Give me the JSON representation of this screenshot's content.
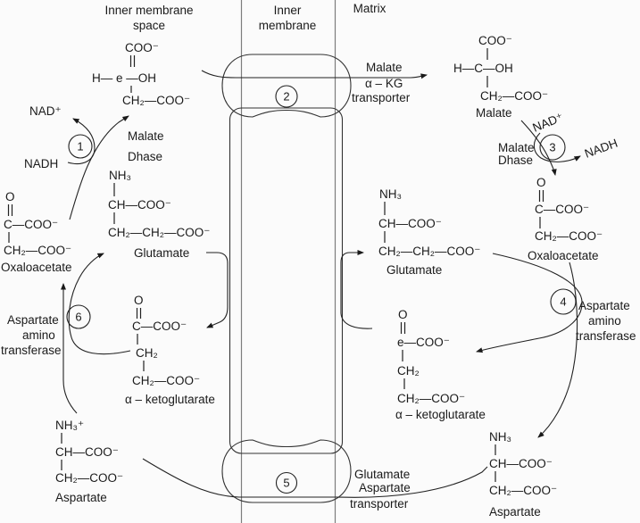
{
  "regions": {
    "ims": [
      "Inner membrane",
      "space"
    ],
    "im": [
      "Inner",
      "membrane"
    ],
    "matrix": "Matrix"
  },
  "steps": [
    "1",
    "2",
    "3",
    "4",
    "5",
    "6"
  ],
  "transporters": {
    "malate_akg": [
      "Malate",
      "α – KG",
      "transporter"
    ],
    "glu_asp": [
      "Glutamate",
      "Aspartate",
      "transporter"
    ]
  },
  "enzymes": {
    "mdh_left": [
      "Malate",
      "Dhase"
    ],
    "mdh_right": [
      "Malate",
      "Dhase"
    ],
    "aat_left": [
      "Aspartate",
      "amino",
      "transferase"
    ],
    "aat_right": [
      "Aspartate",
      "amino",
      "transferase"
    ]
  },
  "cofactors": {
    "nad_left": "NAD⁺",
    "nadh_left": "NADH",
    "nad_right": "NAD⁺",
    "nadh_right": "NADH"
  },
  "molecules": {
    "left_malate": {
      "rows": [
        "COO⁻",
        "H— e —OH",
        "CH₂—COO⁻"
      ],
      "label": ""
    },
    "right_malate": {
      "rows": [
        "COO⁻",
        "H—C—OH",
        "CH₂—COO⁻"
      ],
      "label": "Malate"
    },
    "left_glutamate": {
      "rows": [
        "NH₃",
        "CH—COO⁻",
        "CH₂—CH₂—COO⁻"
      ],
      "label": "Glutamate"
    },
    "right_glutamate": {
      "rows": [
        "NH₃",
        "CH—COO⁻",
        "CH₂—CH₂—COO⁻"
      ],
      "label": "Glutamate"
    },
    "left_oxaloacetate": {
      "rows": [
        "O",
        "C—COO⁻",
        "CH₂—COO⁻"
      ],
      "label": "Oxaloacetate"
    },
    "right_oxaloacetate": {
      "rows": [
        "O",
        "C—COO⁻",
        "CH₂—COO⁻"
      ],
      "label": "Oxaloacetate"
    },
    "left_ketoglutarate": {
      "rows": [
        "O",
        "C—COO⁻",
        "CH₂",
        "CH₂—COO⁻"
      ],
      "label": "α – ketoglutarate"
    },
    "right_ketoglutarate": {
      "rows": [
        "O",
        "e—COO⁻",
        "CH₂",
        "CH₂—COO⁻"
      ],
      "label": "α – ketoglutarate"
    },
    "left_aspartate": {
      "rows": [
        "NH₃⁺",
        "CH—COO⁻",
        "CH₂—COO⁻"
      ],
      "label": "Aspartate"
    },
    "right_aspartate": {
      "rows": [
        "NH₃",
        "CH—COO⁻",
        "CH₂—COO⁻"
      ],
      "label": "Aspartate"
    }
  },
  "colors": {
    "text": "#1a1a1a",
    "line": "#222222",
    "membrane": "#7d7d7d"
  }
}
